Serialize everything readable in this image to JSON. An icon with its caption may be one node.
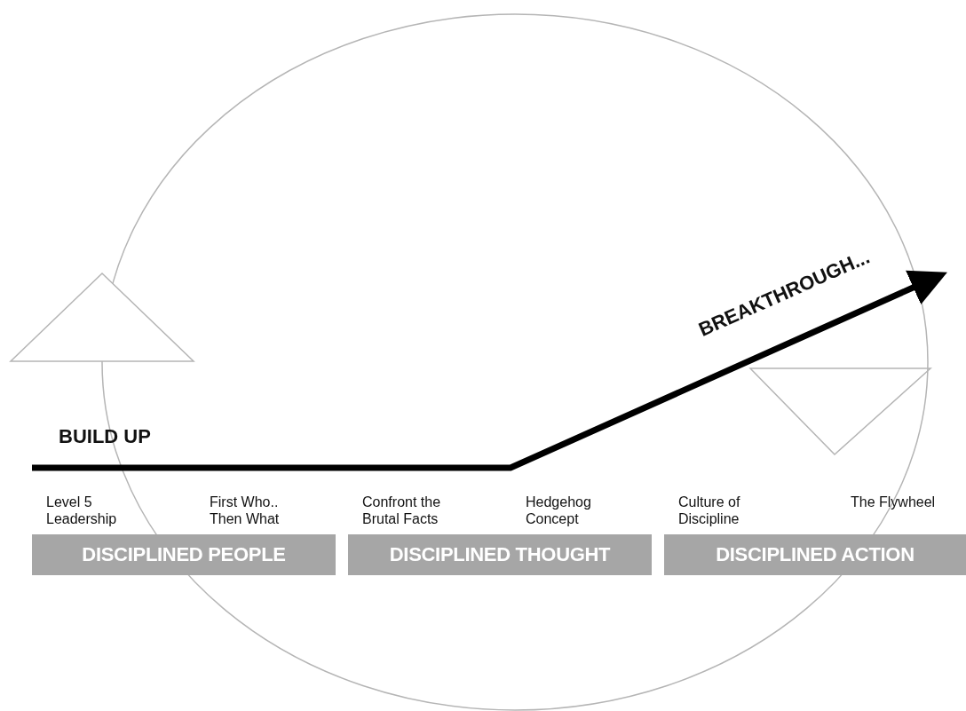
{
  "diagram": {
    "nodes": [
      {
        "text": [
          "DISCIPLINED PEOPLE"
        ]
      },
      {
        "text": [
          "DISCIPLINED THOUGHT"
        ]
      },
      {
        "text": [
          "DISCIPLINED ACTION"
        ]
      }
    ],
    "labels": [
      "BREAKTHROUGH...",
      "BUILD UP",
      "Level 5 Leadership",
      "First Who.. Then What",
      "Confront the Brutal Facts",
      "Hedgehog Concept",
      "Culture of Discipline",
      "The Flywheel"
    ]
  }
}
